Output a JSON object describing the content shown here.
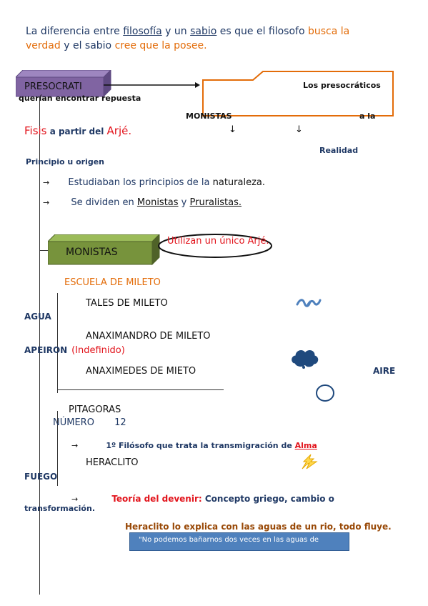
{
  "intro": {
    "p1": "La diferencia entre ",
    "filosofia": "filosofía",
    "p2": " y un ",
    "sabio": "sabio",
    "p3": " es que el filosofo ",
    "busca": "busca la",
    "verdad": "verdad",
    "p4": " y el sabio ",
    "cree": "cree que la posee."
  },
  "presocrati_box": "PRESOCRATI",
  "querian": "querían encontrar repuesta",
  "presocraticos": "Los presocráticos",
  "monistas_small": "MONISTAS",
  "a_la": "a la",
  "arrow_down_1": "↓",
  "arrow_down_2": "↓",
  "fisis": {
    "word": "Fisis",
    "mid": " a partir del ",
    "arje": "Arjé."
  },
  "realidad": "Realidad",
  "principio": "Principio u origen",
  "bullet1": {
    "arrow": "→",
    "text": "Estudiaban los principios de la ",
    "naturaleza": "naturaleza."
  },
  "bullet2": {
    "arrow": "→",
    "text": "Se dividen en ",
    "monistas": "Monistas",
    "y": " y ",
    "pruralistas": "Pruralistas."
  },
  "monistas_box": "MONISTAS",
  "utilizan": "Utilizan un único Arjé.",
  "escuela": "ESCUELA DE MILETO",
  "tales": "TALES DE MILETO",
  "agua": "AGUA",
  "anaximandro": "ANAXIMANDRO DE MILETO",
  "apeiron": "APEIRON",
  "indefinido": "(Indefinido)",
  "anaximedes": "ANAXIMEDES DE MIETO",
  "aire": "AIRE",
  "pitagoras": "PITAGORAS",
  "numero": "NÚMERO",
  "numero_val": "12",
  "alma_line": {
    "arrow": "→",
    "text": "1º Filósofo que trata la transmigración de ",
    "alma": "Alma"
  },
  "heraclito": "HERACLITO",
  "fuego": "FUEGO",
  "devenir": {
    "arrow": "→",
    "title": "Teoría del devenir:",
    "text": " Concepto griego, cambio o"
  },
  "transformacion": "transformación.",
  "heraclito_rio": "Heraclito lo explica con las aguas de un rio, todo fluye.",
  "quote": "\"No podemos bañarnos dos veces en las aguas de",
  "colors": {
    "navy": "#1f3864",
    "orange": "#e36c09",
    "red": "#e2131b",
    "purple_box": "#8064a2",
    "green_box": "#77933c",
    "quote_box": "#4f81bd",
    "icon_blue": "#1f497d"
  },
  "icons": [
    "water-waves-icon",
    "cloud-icon",
    "circle-air-icon",
    "lightning-fire-icon"
  ]
}
